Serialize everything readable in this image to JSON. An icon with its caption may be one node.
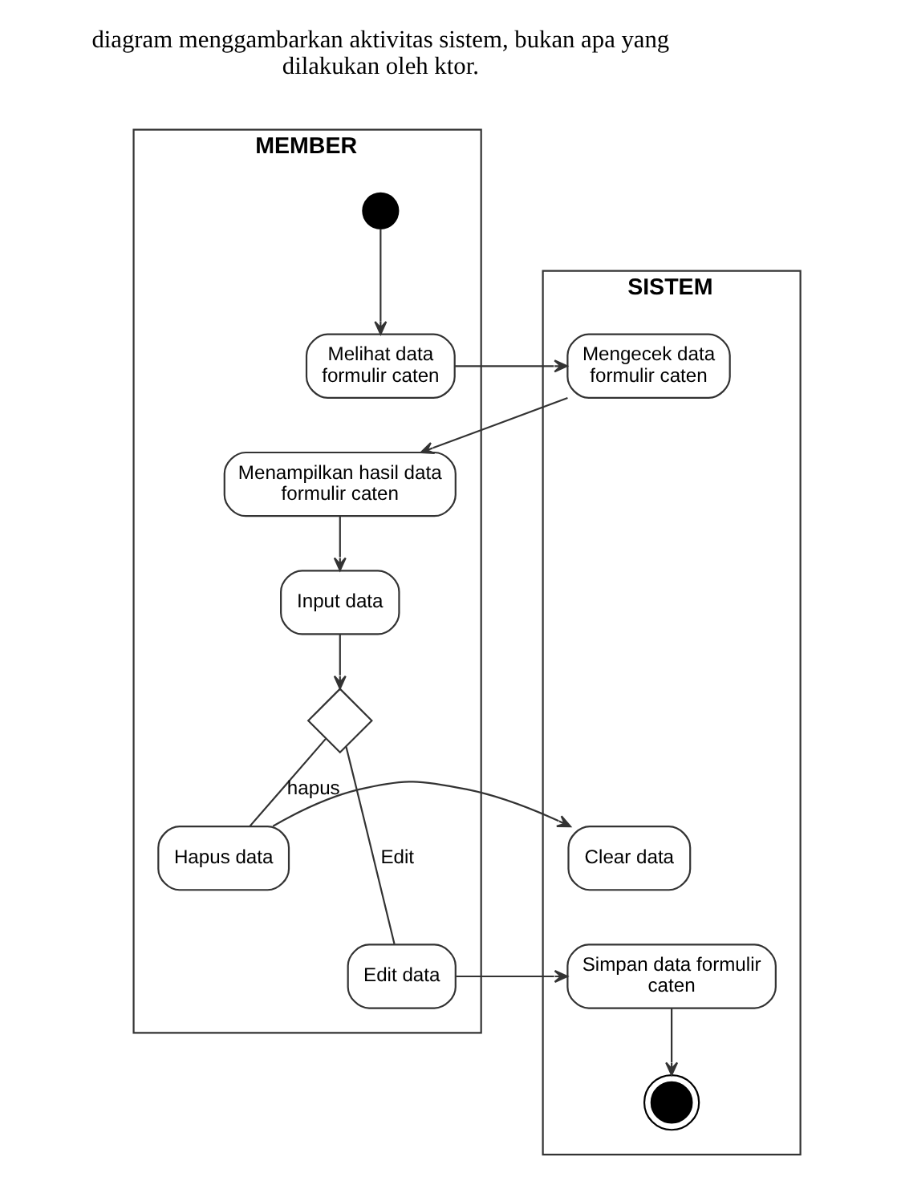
{
  "diagram": {
    "nodes": [
      {
        "text": [
          "MEMBER"
        ]
      },
      {
        "text": [
          "SISTEM"
        ]
      },
      {
        "text": [],
        "shape": "circle",
        "in": 0
      },
      {
        "text": [
          "Melihat data formulir caten"
        ],
        "in": 0
      },
      {
        "text": [
          "Mengecek data formulir caten"
        ],
        "in": 1
      },
      {
        "text": [
          "Menampilkan hasil data formulir caten"
        ],
        "in": 0
      },
      {
        "text": [
          "Input data"
        ],
        "in": 0
      },
      {
        "text": [],
        "shape": "diamond",
        "in": 0
      },
      {
        "text": [
          "Hapus data"
        ],
        "in": 0
      },
      {
        "text": [
          "Clear data"
        ],
        "in": 1
      },
      {
        "text": [
          "Edit data"
        ],
        "in": 0
      },
      {
        "text": [
          "Simpan data formulir caten"
        ],
        "in": 1
      },
      {
        "text": [],
        "shape": "circle",
        "in": 1
      }
    ],
    "edges": [
      {
        "from": 2,
        "to": 3,
        "arrow": "to"
      },
      {
        "from": 3,
        "to": 4,
        "arrow": "to"
      },
      {
        "from": 4,
        "to": 5,
        "arrow": "to"
      },
      {
        "from": 5,
        "to": 6,
        "arrow": "to"
      },
      {
        "from": 6,
        "to": 7,
        "arrow": "to"
      },
      {
        "from": 7,
        "to": 8,
        "arrow": "none",
        "label": "hapus"
      },
      {
        "from": 8,
        "to": 9,
        "arrow": "to"
      },
      {
        "from": 7,
        "to": 10,
        "arrow": "none",
        "label": "Edit"
      },
      {
        "from": 10,
        "to": 11,
        "arrow": "to"
      },
      {
        "from": 11,
        "to": 12,
        "arrow": "to"
      }
    ],
    "labels": [
      "diagram menggambarkan aktivitas sistem, bukan apa yang dilakukan oleh ktor."
    ]
  }
}
